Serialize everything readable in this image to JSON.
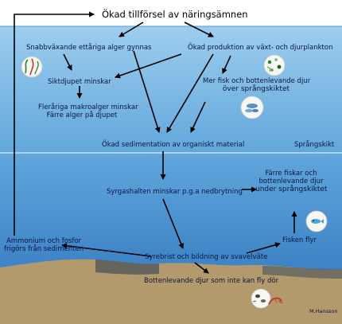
{
  "labels": {
    "top": "Ökad tillförsel av näringsämnen",
    "fast_algae": "Snabbväxande ettåriga alger gynnas",
    "plankton": "Ökad produktion av växt- och djurplankton",
    "secchi": "Siktdjupet minskar",
    "macro_line1": "Fleråriga makroalger minskar",
    "macro_line2": "Färre alger på djupet",
    "more_fish_line1": "Mer fisk och bottenlevande djur",
    "more_fish_line2": "över språngskiktet",
    "sedimentation": "Ökad sedimentation av organiskt material",
    "thermocline": "Språngskikt",
    "oxygen": "Syrgashalten minskar p.g.a nedbrytning",
    "fewer_fish_line1": "Färre fiskar och",
    "fewer_fish_line2": "bottenlevande djur",
    "fewer_fish_line3": "under språngskiktet",
    "ammonium_line1": "Ammonium och fosfor",
    "ammonium_line2": "frigörs från sedimenten",
    "fish_flee": "Fisken flyr",
    "anoxia": "Syrebrist och bildning av svavelväte",
    "benthic_die": "Bottenlevande djur som inte kan fly dör",
    "credit": "M.Hansson"
  },
  "colors": {
    "sky": "#ffffff",
    "water_top": "#8ec6ec",
    "water_bottom": "#2f78bf",
    "sediment": "#b59a6d",
    "text": "#0c1440",
    "arrow": "#000000"
  },
  "icons": [
    "algae-icon",
    "plankton-icon",
    "zooplankton-icon",
    "fish-icon",
    "fish-deep-icon",
    "benthic-animals-icon"
  ]
}
